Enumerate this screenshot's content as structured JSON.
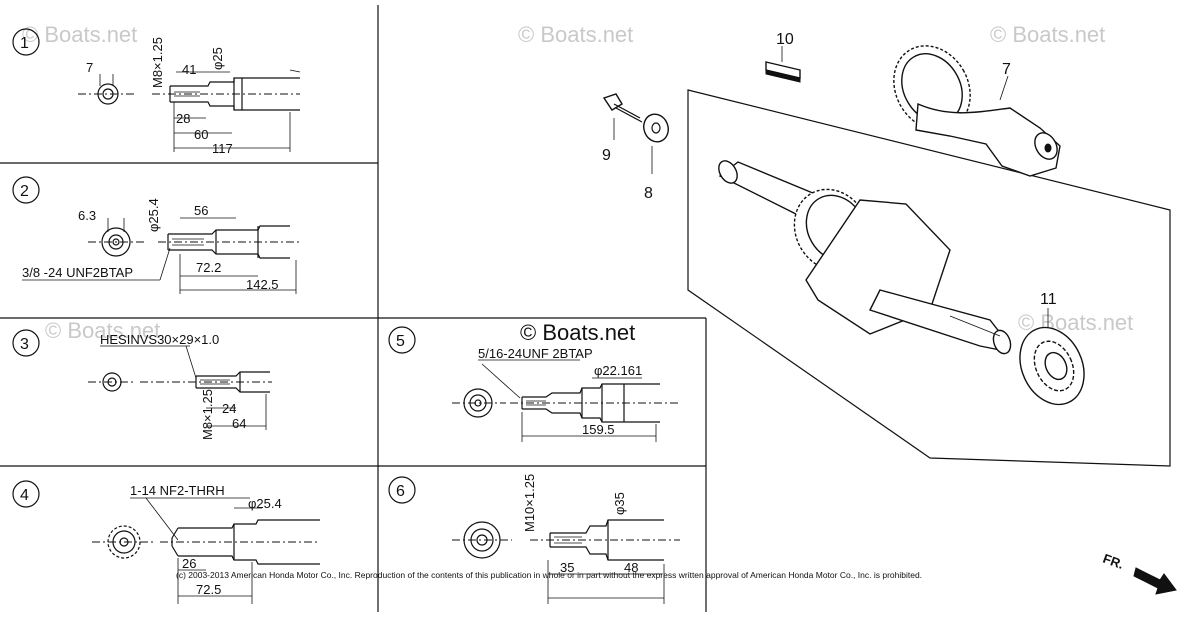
{
  "watermark": "© Boats.net",
  "copyright": "(c) 2003-2013 American Honda Motor Co., Inc. Reproduction of the contents of this publication in whole or in part without the express written approval of American Honda Motor Co., Inc. is prohibited.",
  "fr_label": "FR.",
  "variants": [
    {
      "num": "1",
      "dims": {
        "a": "7",
        "b": "M8×1.25",
        "c": "41",
        "d": "φ25",
        "e": "28",
        "f": "60",
        "g": "117"
      }
    },
    {
      "num": "2",
      "dims": {
        "a": "6.3",
        "b": "φ25.4",
        "c": "56",
        "d": "72.2",
        "e": "142.5",
        "thread": "3/8 -24 UNF2BTAP"
      }
    },
    {
      "num": "3",
      "dims": {
        "spline": "HESINVS30×29×1.0",
        "a": "M8×1.25",
        "b": "24",
        "c": "64"
      }
    },
    {
      "num": "4",
      "dims": {
        "thread": "1-14 NF2-THRH",
        "a": "φ25.4",
        "b": "26",
        "c": "72.5"
      }
    },
    {
      "num": "5",
      "dims": {
        "thread": "5/16-24UNF 2BTAP",
        "a": "φ22.161",
        "b": "159.5"
      }
    },
    {
      "num": "6",
      "dims": {
        "a": "M10×1.25",
        "b": "φ35",
        "c": "35",
        "d": "48"
      }
    }
  ],
  "callouts": [
    "7",
    "8",
    "9",
    "10",
    "11"
  ]
}
